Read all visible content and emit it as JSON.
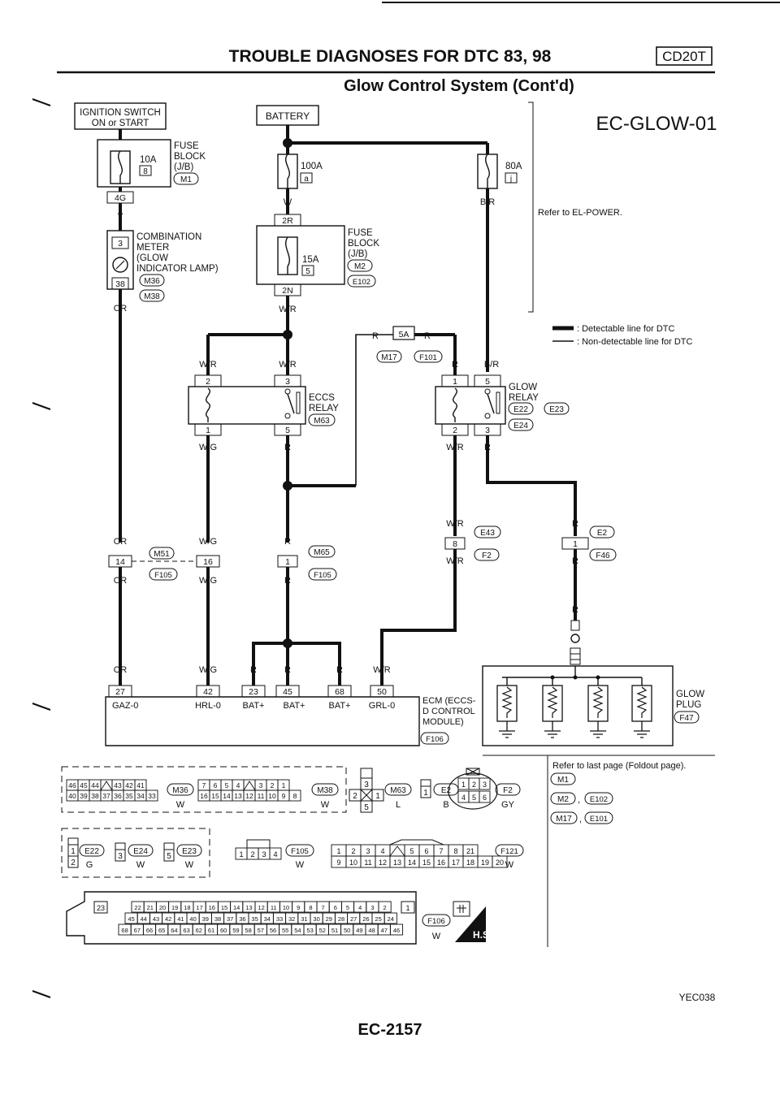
{
  "header": {
    "title": "TROUBLE DIAGNOSES FOR DTC 83, 98",
    "subtitle": "Glow Control System (Cont'd)",
    "engine_badge": "CD20T",
    "diagram_id": "EC-GLOW-01"
  },
  "labels": {
    "ignition_switch_1": "IGNITION SWITCH",
    "ignition_switch_2": "ON or START",
    "battery": "BATTERY",
    "fuse_block_1": "FUSE",
    "fuse_block_2": "BLOCK",
    "fuse_block_3": "(J/B)",
    "fuse_10a": "10A",
    "fuse_10a_pos": "8",
    "conn_m1": "M1",
    "conn_4g": "4G",
    "fuse_100a": "100A",
    "fuse_100a_pos": "a",
    "fuse_80a": "80A",
    "fuse_80a_pos": "j",
    "wire_y": "Y",
    "wire_w": "W",
    "wire_br": "B/R",
    "refer_power": "Refer to EL-POWER.",
    "conn_2r": "2R",
    "combo_1": "COMBINATION",
    "combo_2": "METER",
    "combo_3": "(GLOW",
    "combo_4": "INDICATOR LAMP)",
    "conn_m36": "M36",
    "conn_m38": "M38",
    "combo_pin3": "3",
    "combo_pin38": "38",
    "fuse_15a": "15A",
    "fuse_15a_pos": "5",
    "conn_m2": "M2",
    "conn_e102": "E102",
    "conn_2n": "2N",
    "wire_or": "OR",
    "wire_wr": "W/R",
    "wire_r": "R",
    "wire_wg": "W/G",
    "legend_det": ": Detectable line for DTC",
    "legend_nondet": ": Non-detectable line for DTC",
    "conn_5a": "5A",
    "conn_m17": "M17",
    "conn_f101": "F101",
    "eccs_1": "ECCS",
    "eccs_2": "RELAY",
    "conn_m63": "M63",
    "glow_relay_1": "GLOW",
    "glow_relay_2": "RELAY",
    "conn_e22": "E22",
    "conn_e23": "E23",
    "conn_e24": "E24",
    "pin1": "1",
    "pin2": "2",
    "pin3": "3",
    "pin5": "5",
    "pin8": "8",
    "pin14": "14",
    "pin16": "16",
    "conn_e43": "E43",
    "conn_f2": "F2",
    "conn_e2": "E2",
    "conn_f46": "F46",
    "conn_m51": "M51",
    "conn_f105": "F105",
    "conn_m65": "M65",
    "pin27": "27",
    "pin42": "42",
    "pin23": "23",
    "pin45": "45",
    "pin68": "68",
    "pin50": "50",
    "term_gaz": "GAZ-0",
    "term_hrl": "HRL-0",
    "term_bat1": "BAT+",
    "term_bat2": "BAT+",
    "term_bat3": "BAT+",
    "term_grl": "GRL-0",
    "ecm_1": "ECM (ECCS-",
    "ecm_2": "D CONTROL",
    "ecm_3": "MODULE)",
    "conn_f106": "F106",
    "glow_plug_1": "GLOW",
    "glow_plug_2": "PLUG",
    "conn_f47": "F47",
    "refer_last": "Refer to last page (Foldout page).",
    "conn_m1b": "M1",
    "conn_m2b": "M2",
    "conn_e102b": "E102",
    "conn_m17b": "M17",
    "conn_e101": "E101",
    "conn_m36b": "M36",
    "conn_m38b": "M38",
    "conn_m63b": "M63",
    "conn_e2b": "E2",
    "conn_f2b": "F2",
    "conn_e22b": "E22",
    "conn_e24b": "E24",
    "conn_e23b": "E23",
    "conn_f105b": "F105",
    "conn_f121": "F121",
    "conn_f106b": "F106",
    "color_w": "W",
    "color_l": "L",
    "color_b": "B",
    "color_gy": "GY",
    "color_g": "G",
    "hs": "H.S.",
    "code": "YEC038",
    "page": "EC-2157"
  },
  "connector_rows": {
    "m36_top": [
      "46",
      "45",
      "44",
      "",
      "43",
      "42",
      "41"
    ],
    "m36_bot": [
      "40",
      "39",
      "38",
      "37",
      "36",
      "35",
      "34",
      "33"
    ],
    "m38_top": [
      "7",
      "6",
      "5",
      "4",
      "",
      "3",
      "2",
      "1"
    ],
    "m38_bot": [
      "16",
      "15",
      "14",
      "13",
      "12",
      "11",
      "10",
      "9",
      "8"
    ],
    "f121_top": [
      "1",
      "2",
      "3",
      "4",
      "",
      "5",
      "6",
      "7",
      "8",
      "21"
    ],
    "f121_bot": [
      "9",
      "10",
      "11",
      "12",
      "13",
      "14",
      "15",
      "16",
      "17",
      "18",
      "19",
      "20"
    ],
    "f106_r1": [
      "22",
      "21",
      "20",
      "19",
      "18",
      "17",
      "16",
      "15",
      "14",
      "13",
      "12",
      "11",
      "10",
      "9",
      "8",
      "7",
      "6",
      "5",
      "4",
      "3",
      "2"
    ],
    "f106_r2": [
      "45",
      "44",
      "43",
      "42",
      "41",
      "40",
      "39",
      "38",
      "37",
      "36",
      "35",
      "34",
      "33",
      "32",
      "31",
      "30",
      "29",
      "28",
      "27",
      "26",
      "25",
      "24"
    ],
    "f106_r3": [
      "68",
      "67",
      "66",
      "65",
      "64",
      "63",
      "62",
      "61",
      "60",
      "59",
      "58",
      "57",
      "56",
      "55",
      "54",
      "53",
      "52",
      "51",
      "50",
      "49",
      "48",
      "47",
      "46"
    ],
    "f105_pins": [
      "1",
      "2",
      "3",
      "4"
    ],
    "f2_top": [
      "1",
      "2",
      "3"
    ],
    "f2_bot": [
      "4",
      "5",
      "6"
    ]
  },
  "colors": {
    "ink": "#111111",
    "paper": "#ffffff"
  }
}
